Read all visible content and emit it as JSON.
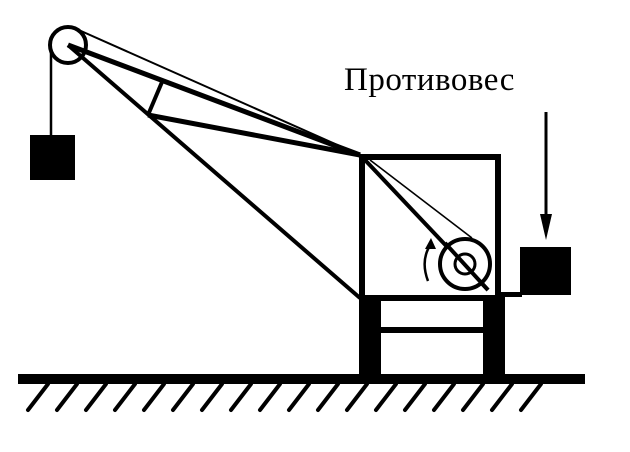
{
  "figure": {
    "title": "Crane with counterweight",
    "labels": {
      "counterweight": "Противовес"
    },
    "colors": {
      "ink": "#000000",
      "background": "#ffffff"
    },
    "elements": [
      "pulley",
      "hanging-load",
      "boom",
      "boom-cable",
      "crane-cabin",
      "winch-drum",
      "rotation-arrow",
      "counterweight",
      "counterweight-arrow",
      "base-frame",
      "ground"
    ]
  }
}
